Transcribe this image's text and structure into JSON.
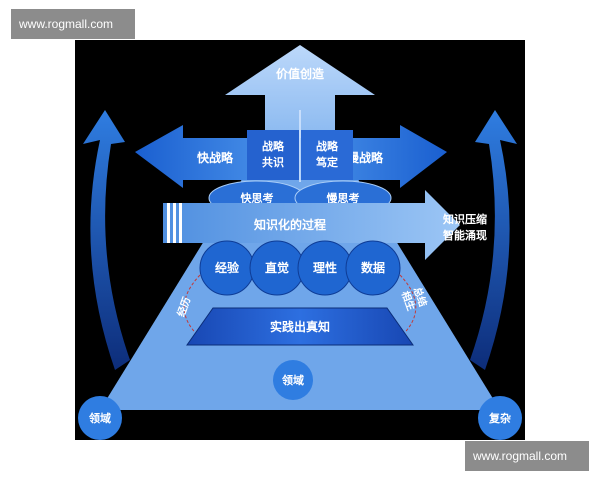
{
  "watermark": {
    "top": "www.rogmall.com",
    "bottom": "www.rogmall.com"
  },
  "diagram": {
    "apex": "价值创造",
    "left_arrow": "快战略",
    "right_arrow": "慢战略",
    "center_left": [
      "战略",
      "共识"
    ],
    "center_right": [
      "战略",
      "笃定"
    ],
    "fast_thinking": "快思考",
    "slow_thinking": "慢思考",
    "knowledge_band": "知识化的过程",
    "right_side": [
      "知识压缩",
      "智能涌现"
    ],
    "circles": [
      "经验",
      "直觉",
      "理性",
      "数据"
    ],
    "left_curve": "经历",
    "right_curve": [
      "总结",
      "相生"
    ],
    "base": "实践出真知",
    "bottom_center": "领域",
    "bottom_left": "领域",
    "bottom_right": "复杂"
  },
  "colors": {
    "background": "#000000",
    "triangle": "#7fb2ee",
    "arrow_light": "#a9cdf7",
    "arrow_mid": "#2f7de1",
    "arrow_dark": "#1a4fb8",
    "circle": "#1f66d1",
    "oval": "#2a6fd6"
  }
}
